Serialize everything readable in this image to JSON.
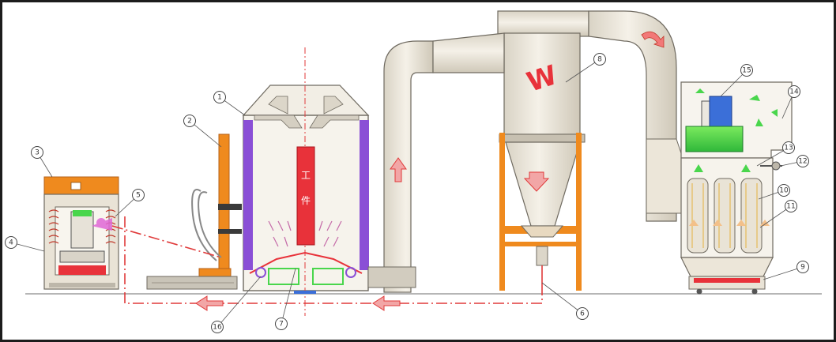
{
  "diagram": {
    "colors": {
      "frame": "#1c1c1c",
      "paper": "#ffffff",
      "machine": "#e9e3d6",
      "machine_stroke": "#6f6a60",
      "orange": "#ef8a1e",
      "red": "#e8323a",
      "purple": "#8a4fd6",
      "green": "#49d64c",
      "pipe_red": "#e03a3a",
      "blue": "#3b6fd8"
    },
    "callouts": [
      {
        "num": "1"
      },
      {
        "num": "2"
      },
      {
        "num": "3"
      },
      {
        "num": "4"
      },
      {
        "num": "5"
      },
      {
        "num": "6"
      },
      {
        "num": "7"
      },
      {
        "num": "8"
      },
      {
        "num": "9"
      },
      {
        "num": "10"
      },
      {
        "num": "11"
      },
      {
        "num": "12"
      },
      {
        "num": "13"
      },
      {
        "num": "14"
      },
      {
        "num": "15"
      },
      {
        "num": "16"
      }
    ],
    "booth_signs": [
      {
        "text": "工"
      },
      {
        "text": "件"
      }
    ],
    "cyclone_mark": "W",
    "flow_arrow_icons": [
      "arrow-up-icon",
      "arrow-down-icon",
      "arrow-left-icon",
      "swirl-arrow-icon"
    ]
  }
}
